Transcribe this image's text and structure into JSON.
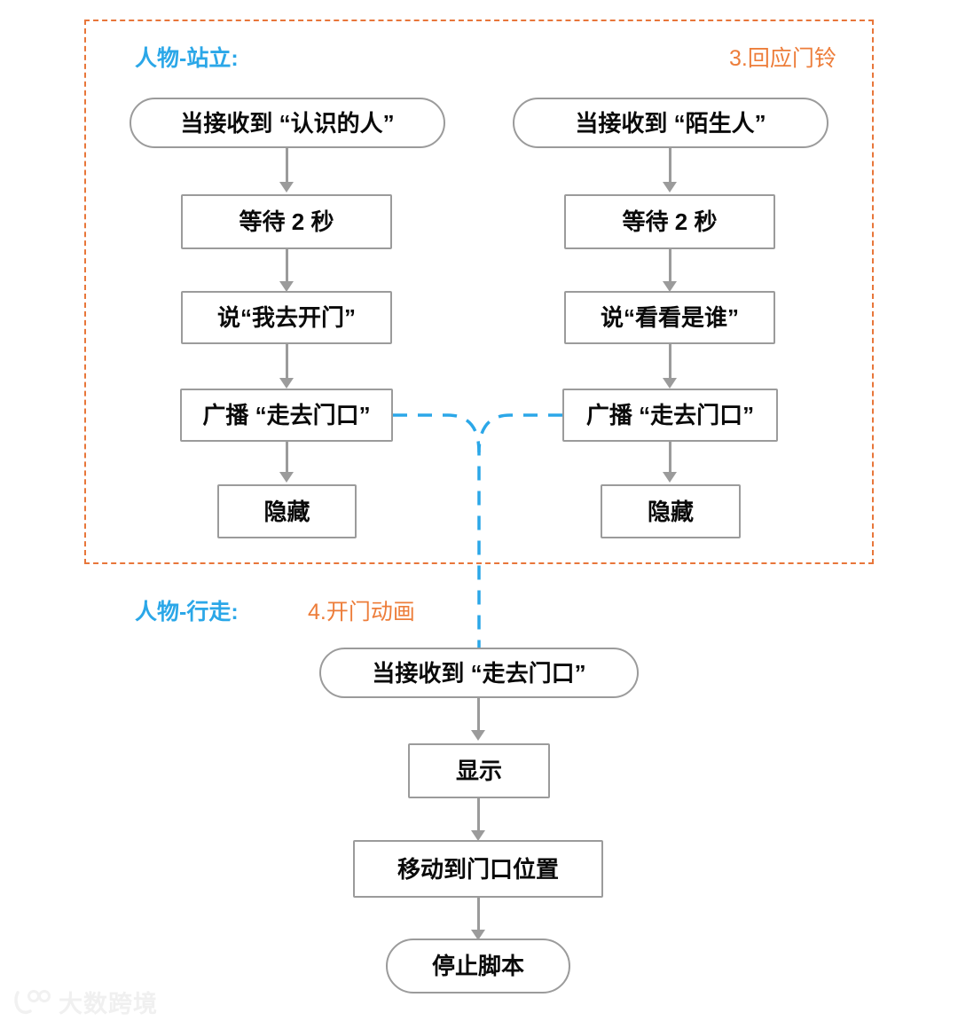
{
  "diagram": {
    "sections": [
      {
        "id": "respond-doorbell",
        "sprite_label": "人物-站立:",
        "step_label": "3.回应门铃",
        "sprite_label_color": "#2BA7E8",
        "step_label_color": "#ED7D3A",
        "frame_color": "#E8763A"
      },
      {
        "id": "open-door-animation",
        "sprite_label": "人物-行走:",
        "step_label": "4.开门动画",
        "sprite_label_color": "#2BA7E8",
        "step_label_color": "#ED7D3A"
      }
    ],
    "columns": {
      "known_person": [
        {
          "shape": "pill",
          "text": "当接收到 “认识的人”"
        },
        {
          "shape": "rect",
          "text": "等待 2 秒"
        },
        {
          "shape": "rect",
          "text": "说“我去开门”"
        },
        {
          "shape": "rect",
          "text": "广播 “走去门口”"
        },
        {
          "shape": "rect",
          "text": "隐藏"
        }
      ],
      "stranger": [
        {
          "shape": "pill",
          "text": "当接收到 “陌生人”"
        },
        {
          "shape": "rect",
          "text": "等待 2 秒"
        },
        {
          "shape": "rect",
          "text": "说“看看是谁”"
        },
        {
          "shape": "rect",
          "text": "广播 “走去门口”"
        },
        {
          "shape": "rect",
          "text": "隐藏"
        }
      ],
      "walk_to_door": [
        {
          "shape": "pill",
          "text": "当接收到 “走去门口”"
        },
        {
          "shape": "rect",
          "text": "显示"
        },
        {
          "shape": "rect",
          "text": "移动到门口位置"
        },
        {
          "shape": "pill",
          "text": "停止脚本"
        }
      ]
    },
    "connector": {
      "name": "broadcast-message-link",
      "color": "#2BA7E8",
      "style": "dashed"
    },
    "node_border_color": "#9B9B9B",
    "arrow_color": "#9B9B9B"
  },
  "watermark": {
    "text": "大数跨境"
  }
}
